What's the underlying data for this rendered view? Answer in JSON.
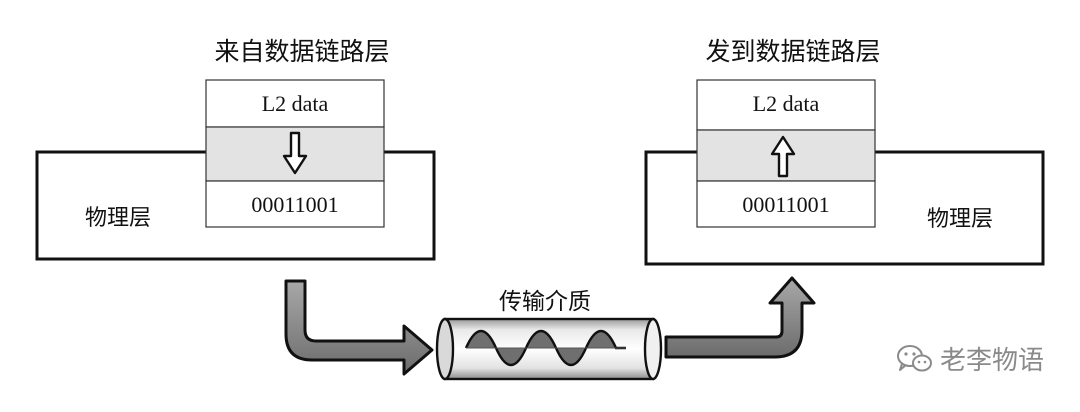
{
  "left": {
    "title": "来自数据链路层",
    "l2_label": "L2 data",
    "bits": "00011001",
    "layer_label": "物理层"
  },
  "right": {
    "title": "发到数据链路层",
    "l2_label": "L2 data",
    "bits": "00011001",
    "layer_label": "物理层"
  },
  "medium": {
    "label": "传输介质"
  },
  "watermark": {
    "text": "老李物语",
    "icon": "wechat-icon"
  }
}
